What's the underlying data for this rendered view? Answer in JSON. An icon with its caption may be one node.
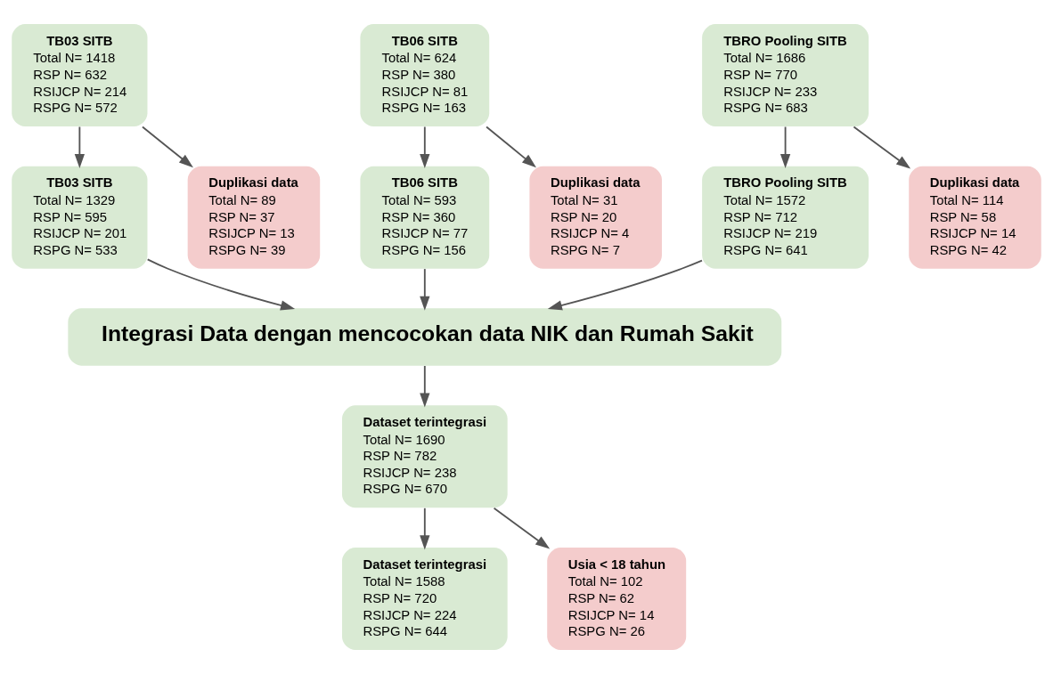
{
  "diagram": {
    "nodes": [
      {
        "text": [
          "TB03 SITB",
          "Total N= 1418",
          "RSP N= 632",
          "RSIJCP N= 214",
          "RSPG N= 572"
        ]
      },
      {
        "text": [
          "TB06 SITB",
          "Total N= 624",
          "RSP N= 380",
          "RSIJCP N= 81",
          "RSPG N= 163"
        ]
      },
      {
        "text": [
          "TBRO Pooling SITB",
          "Total N= 1686",
          "RSP N= 770",
          "RSIJCP N= 233",
          "RSPG N= 683"
        ]
      },
      {
        "text": [
          "Duplikasi data",
          "Total N= 89",
          "RSP N= 37",
          "RSIJCP N= 13",
          "RSPG N= 39"
        ]
      },
      {
        "text": [
          "Duplikasi data",
          "Total N= 31",
          "RSP N= 20",
          "RSIJCP N= 4",
          "RSPG N= 7"
        ]
      },
      {
        "text": [
          "Duplikasi data",
          "Total N= 114",
          "RSP N= 58",
          "RSIJCP N= 14",
          "RSPG N= 42"
        ]
      },
      {
        "text": [
          "TB03 SITB",
          "Total N= 1329",
          "RSP N= 595",
          "RSIJCP N= 201",
          "RSPG N= 533"
        ]
      },
      {
        "text": [
          "TB06 SITB",
          "Total N= 593",
          "RSP N= 360",
          "RSIJCP N= 77",
          "RSPG N= 156"
        ]
      },
      {
        "text": [
          "TBRO Pooling SITB",
          "Total N= 1572",
          "RSP N= 712",
          "RSIJCP N= 219",
          "RSPG N= 641"
        ]
      },
      {
        "text": [
          "Integrasi Data dengan mencocokan data NIK dan Rumah Sakit"
        ]
      },
      {
        "text": [
          "Dataset terintegrasi",
          "Total N= 1690",
          "RSP N= 782",
          "RSIJCP N= 238",
          "RSPG N= 670"
        ]
      },
      {
        "text": [
          "Usia < 18 tahun",
          "Total N= 102",
          "RSP N= 62",
          "RSIJCP N= 14",
          "RSPG N= 26"
        ]
      },
      {
        "text": [
          "Dataset terintegrasi",
          "Total N= 1588",
          "RSP N= 720",
          "RSIJCP N= 224",
          "RSPG N= 644"
        ]
      }
    ],
    "edges": [
      {
        "from": 0,
        "to": 6,
        "arrow": "to"
      },
      {
        "from": 0,
        "to": 3,
        "arrow": "to"
      },
      {
        "from": 1,
        "to": 7,
        "arrow": "to"
      },
      {
        "from": 1,
        "to": 4,
        "arrow": "to"
      },
      {
        "from": 2,
        "to": 8,
        "arrow": "to"
      },
      {
        "from": 2,
        "to": 5,
        "arrow": "to"
      },
      {
        "from": 6,
        "to": 9,
        "arrow": "to"
      },
      {
        "from": 7,
        "to": 9,
        "arrow": "to"
      },
      {
        "from": 8,
        "to": 9,
        "arrow": "to"
      },
      {
        "from": 9,
        "to": 10,
        "arrow": "to"
      },
      {
        "from": 10,
        "to": 12,
        "arrow": "to"
      },
      {
        "from": 10,
        "to": 11,
        "arrow": "to"
      }
    ]
  }
}
